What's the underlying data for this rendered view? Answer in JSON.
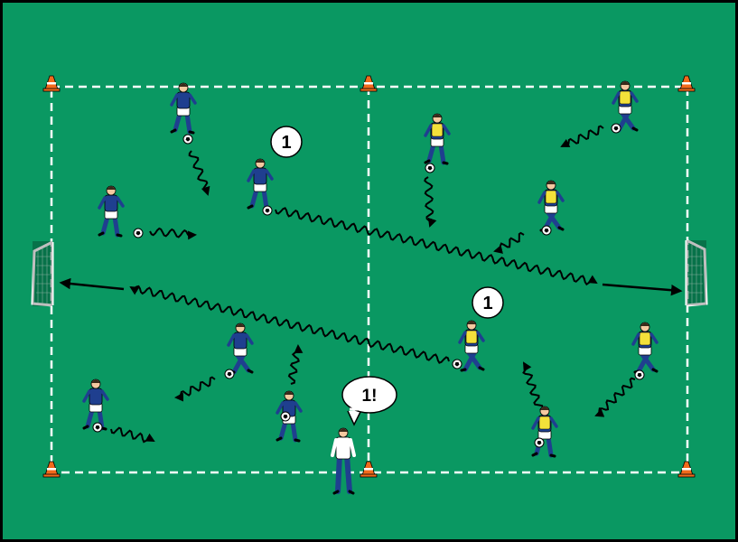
{
  "colors": {
    "pitch": "#0a9862",
    "border": "#000000",
    "lines": "#ffffff",
    "cone": "#f26a1b",
    "team_blue": "#1f3f8f",
    "team_yellow": "#f3e13a",
    "skin": "#f4c9a0",
    "shorts": "#ffffff",
    "arrow": "#000000"
  },
  "labels": {
    "marker_left": "1",
    "marker_right": "1",
    "coach_speech": "1!"
  },
  "icons": {
    "cone": "cone-icon",
    "ball": "soccer-ball-icon",
    "goal": "goal-icon",
    "player": "player-icon",
    "coach": "coach-icon"
  }
}
